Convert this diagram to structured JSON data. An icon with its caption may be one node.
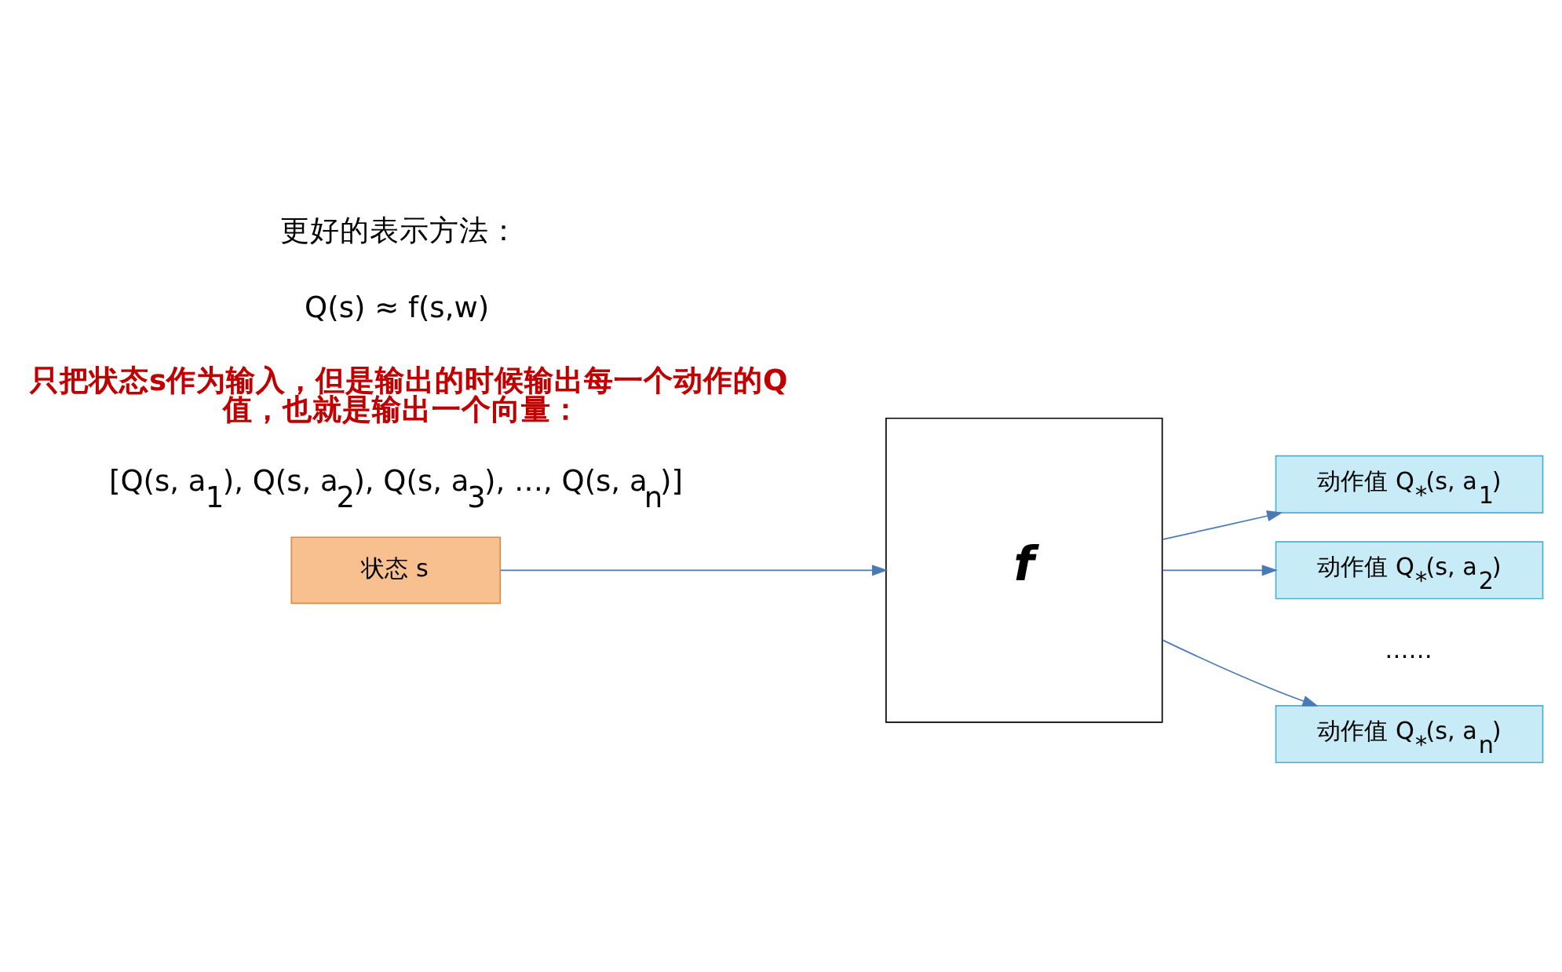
{
  "diagram": {
    "nodes": [
      {
        "text": [
          "状态 s"
        ]
      },
      {
        "text": [
          "f"
        ]
      },
      {
        "text": [
          "动作值 Q$_{*}$(s, a$_{1}$)"
        ]
      },
      {
        "text": [
          "动作值 Q$_{*}$(s, a$_{2}$)"
        ]
      },
      {
        "text": [
          "动作值 Q$_{*}$(s, a$_{n}$)"
        ]
      }
    ],
    "edges": [
      {
        "from": 0,
        "to": 1,
        "arrow": "to"
      },
      {
        "from": 1,
        "to": 2,
        "arrow": "to"
      },
      {
        "from": 1,
        "to": 3,
        "arrow": "to"
      },
      {
        "from": 1,
        "to": 4,
        "arrow": "to"
      }
    ],
    "labels": [
      "更好的表示方法：",
      "Q(s) ≈ f(s,w)",
      "只把状态s作为输入，但是输出的时候输出每一个动作的Q值，也就是输出一个向量：",
      "[Q(s, a$_{1}$), Q(s, a$_{2}$), Q(s, a$_{3}$), …, Q(s, a$_{n}$)]",
      "……"
    ]
  }
}
